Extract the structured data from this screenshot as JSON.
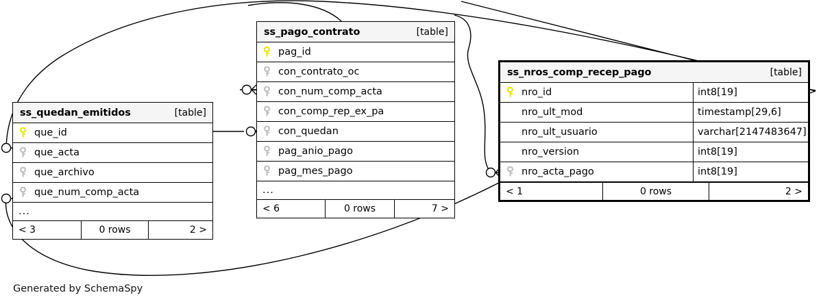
{
  "diagram": {
    "generator_caption": "Generated by SchemaSpy",
    "table_kind_label": "[table]",
    "ellipsis": "...",
    "rows_label": "0 rows",
    "colors": {
      "primary_key_icon": "#e8e800",
      "foreign_key_icon": "#bfbfbf",
      "header_background": "#f5f5f5",
      "border": "#000000",
      "page_background": "#ffffff"
    }
  },
  "tables": [
    {
      "id": "ss_quedan_emitidos",
      "name": "ss_quedan_emitidos",
      "kind": "[table]",
      "focal": false,
      "has_type_column": false,
      "columns": [
        {
          "name": "que_id",
          "key": "primary",
          "type": ""
        },
        {
          "name": "que_acta",
          "key": "foreign",
          "type": ""
        },
        {
          "name": "que_archivo",
          "key": "foreign",
          "type": ""
        },
        {
          "name": "que_num_comp_acta",
          "key": "foreign",
          "type": ""
        }
      ],
      "truncated": true,
      "footer": {
        "left": "< 3",
        "middle": "0 rows",
        "right": "2 >"
      }
    },
    {
      "id": "ss_pago_contrato",
      "name": "ss_pago_contrato",
      "kind": "[table]",
      "focal": false,
      "has_type_column": false,
      "columns": [
        {
          "name": "pag_id",
          "key": "primary",
          "type": ""
        },
        {
          "name": "con_contrato_oc",
          "key": "foreign",
          "type": ""
        },
        {
          "name": "con_num_comp_acta",
          "key": "foreign",
          "type": ""
        },
        {
          "name": "con_comp_rep_ex_pa",
          "key": "foreign",
          "type": ""
        },
        {
          "name": "con_quedan",
          "key": "foreign",
          "type": ""
        },
        {
          "name": "pag_anio_pago",
          "key": "foreign",
          "type": ""
        },
        {
          "name": "pag_mes_pago",
          "key": "foreign",
          "type": ""
        }
      ],
      "truncated": true,
      "footer": {
        "left": "< 6",
        "middle": "0 rows",
        "right": "7 >"
      }
    },
    {
      "id": "ss_nros_comp_recep_pago",
      "name": "ss_nros_comp_recep_pago",
      "kind": "[table]",
      "focal": true,
      "has_type_column": true,
      "columns": [
        {
          "name": "nro_id",
          "key": "primary",
          "type": "int8[19]"
        },
        {
          "name": "nro_ult_mod",
          "key": "none",
          "type": "timestamp[29,6]"
        },
        {
          "name": "nro_ult_usuario",
          "key": "none",
          "type": "varchar[2147483647]"
        },
        {
          "name": "nro_version",
          "key": "none",
          "type": "int8[19]"
        },
        {
          "name": "nro_acta_pago",
          "key": "foreign",
          "type": "int8[19]"
        }
      ],
      "truncated": false,
      "footer": {
        "left": "< 1",
        "middle": "0 rows",
        "right": "2 >"
      }
    }
  ],
  "relationships": [
    {
      "from": "ss_pago_contrato.con_num_comp_acta",
      "to": "ss_nros_comp_recep_pago",
      "cardinality": "zero-or-more"
    },
    {
      "from": "ss_pago_contrato.con_quedan",
      "to": "ss_quedan_emitidos",
      "cardinality": "zero-or-more"
    },
    {
      "from": "ss_quedan_emitidos.que_acta",
      "to": "ss_nros_comp_recep_pago",
      "cardinality": "zero-or-more"
    },
    {
      "from": "ss_quedan_emitidos.que_num_comp_acta",
      "to": "ss_nros_comp_recep_pago",
      "cardinality": "zero-or-more"
    },
    {
      "from": "ss_nros_comp_recep_pago.nro_acta_pago",
      "to": "ss_pago_contrato",
      "cardinality": "zero-or-more"
    }
  ]
}
